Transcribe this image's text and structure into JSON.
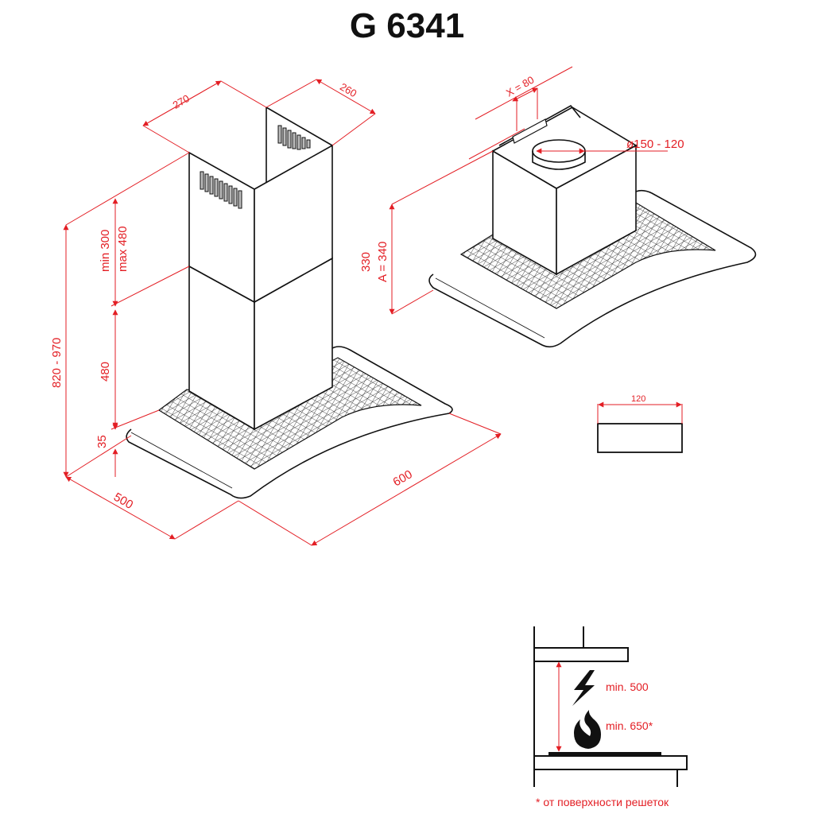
{
  "title": "G 6341",
  "colors": {
    "dimension": "#e31e24",
    "outline": "#111111",
    "background": "#ffffff"
  },
  "chimney_view": {
    "chimney_width": "270",
    "chimney_depth": "260",
    "upper_chimney_min": "min 300",
    "upper_chimney_max": "max 480",
    "lower_chimney": "480",
    "canopy_thickness": "35",
    "total_height": "820 - 970",
    "hood_depth": "500",
    "hood_width": "600"
  },
  "motor_view": {
    "bracket_offset": "X = 80",
    "outlet_diameter": "ø150 - 120",
    "motor_height": "330",
    "motor_height_alt": "A = 340"
  },
  "adapter_view": {
    "width": "120"
  },
  "installation_view": {
    "electric_min": "min. 500",
    "gas_min": "min. 650*",
    "footnote": "* от поверхности решеток",
    "icons": [
      "lightning-icon",
      "flame-icon"
    ]
  }
}
